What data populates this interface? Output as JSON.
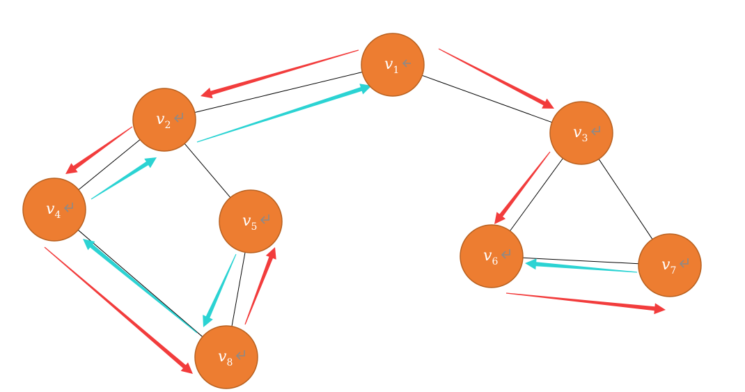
{
  "colors": {
    "node_fill": "#ed7d31",
    "node_stroke": "#b8601f",
    "edge": "#000000",
    "forward_arrow": "#f23c3c",
    "backtrack_arrow": "#2bd3d3",
    "return_mark": "#8a8a8a"
  },
  "nodes": [
    {
      "id": "v1",
      "base": "v",
      "sub": "1",
      "mark": "left-arrow"
    },
    {
      "id": "v2",
      "base": "v",
      "sub": "2",
      "mark": "return"
    },
    {
      "id": "v3",
      "base": "v",
      "sub": "3",
      "mark": "return"
    },
    {
      "id": "v4",
      "base": "v",
      "sub": "4",
      "mark": "return"
    },
    {
      "id": "v5",
      "base": "v",
      "sub": "5",
      "mark": "return"
    },
    {
      "id": "v6",
      "base": "v",
      "sub": "6",
      "mark": "return"
    },
    {
      "id": "v7",
      "base": "v",
      "sub": "7",
      "mark": "return"
    },
    {
      "id": "v8",
      "base": "v",
      "sub": "8",
      "mark": "return"
    }
  ],
  "edges": [
    {
      "from": "v1",
      "to": "v2"
    },
    {
      "from": "v1",
      "to": "v3"
    },
    {
      "from": "v2",
      "to": "v4"
    },
    {
      "from": "v2",
      "to": "v5"
    },
    {
      "from": "v4",
      "to": "v8"
    },
    {
      "from": "v5",
      "to": "v8"
    },
    {
      "from": "v3",
      "to": "v6"
    },
    {
      "from": "v3",
      "to": "v7"
    },
    {
      "from": "v6",
      "to": "v7"
    }
  ],
  "traversal_arrows": [
    {
      "from": "v1",
      "to": "v2",
      "kind": "forward"
    },
    {
      "from": "v2",
      "to": "v4",
      "kind": "forward"
    },
    {
      "from": "v4",
      "to": "v8",
      "kind": "forward"
    },
    {
      "from": "v8",
      "to": "v5",
      "kind": "forward"
    },
    {
      "from": "v5",
      "to": "v8",
      "kind": "backtrack"
    },
    {
      "from": "v8",
      "to": "v4",
      "kind": "backtrack"
    },
    {
      "from": "v4",
      "to": "v2",
      "kind": "backtrack"
    },
    {
      "from": "v2",
      "to": "v1",
      "kind": "backtrack"
    },
    {
      "from": "v1",
      "to": "v3",
      "kind": "forward"
    },
    {
      "from": "v3",
      "to": "v6",
      "kind": "forward"
    },
    {
      "from": "v6",
      "to": "v7",
      "kind": "forward"
    },
    {
      "from": "v7",
      "to": "v6",
      "kind": "backtrack"
    }
  ]
}
